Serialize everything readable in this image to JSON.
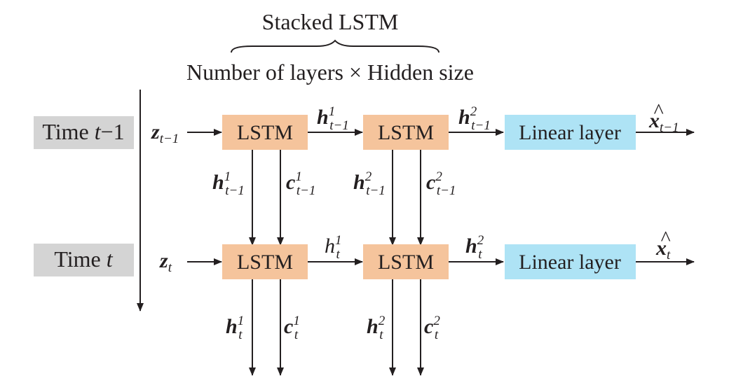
{
  "header": {
    "title": "Stacked LSTM",
    "subtitle": "Number of layers × Hidden size"
  },
  "colors": {
    "lstm_box": "#f5c49c",
    "linear_box": "#aee3f5",
    "time_label_bg": "#d4d4d4",
    "ink": "#231f20"
  },
  "rows": [
    {
      "time_label": {
        "prefix": "Time ",
        "var": "t",
        "suffix": "−1"
      },
      "input": {
        "base": "z",
        "sub": "t−1"
      },
      "lstm_labels": [
        "LSTM",
        "LSTM"
      ],
      "between": {
        "base": "h",
        "sup": "1",
        "sub": "t−1"
      },
      "after_second": {
        "base": "h",
        "sup": "2",
        "sub": "t−1"
      },
      "linear_label": "Linear layer",
      "output": {
        "base": "x",
        "hat": "^",
        "sub": "t−1"
      }
    },
    {
      "time_label": {
        "prefix": "Time ",
        "var": "t",
        "suffix": ""
      },
      "input": {
        "base": "z",
        "sub": "t"
      },
      "lstm_labels": [
        "LSTM",
        "LSTM"
      ],
      "between": {
        "base": "h",
        "sup": "1",
        "sub": "t"
      },
      "after_second": {
        "base": "h",
        "sup": "2",
        "sub": "t"
      },
      "linear_label": "Linear layer",
      "output": {
        "base": "x",
        "hat": "^",
        "sub": "t"
      }
    }
  ],
  "vertical_links_upper": [
    {
      "base": "h",
      "sup": "1",
      "sub": "t−1"
    },
    {
      "base": "c",
      "sup": "1",
      "sub": "t−1"
    },
    {
      "base": "h",
      "sup": "2",
      "sub": "t−1"
    },
    {
      "base": "c",
      "sup": "2",
      "sub": "t−1"
    }
  ],
  "vertical_links_lower": [
    {
      "base": "h",
      "sup": "1",
      "sub": "t"
    },
    {
      "base": "c",
      "sup": "1",
      "sub": "t"
    },
    {
      "base": "h",
      "sup": "2",
      "sub": "t"
    },
    {
      "base": "c",
      "sup": "2",
      "sub": "t"
    }
  ]
}
